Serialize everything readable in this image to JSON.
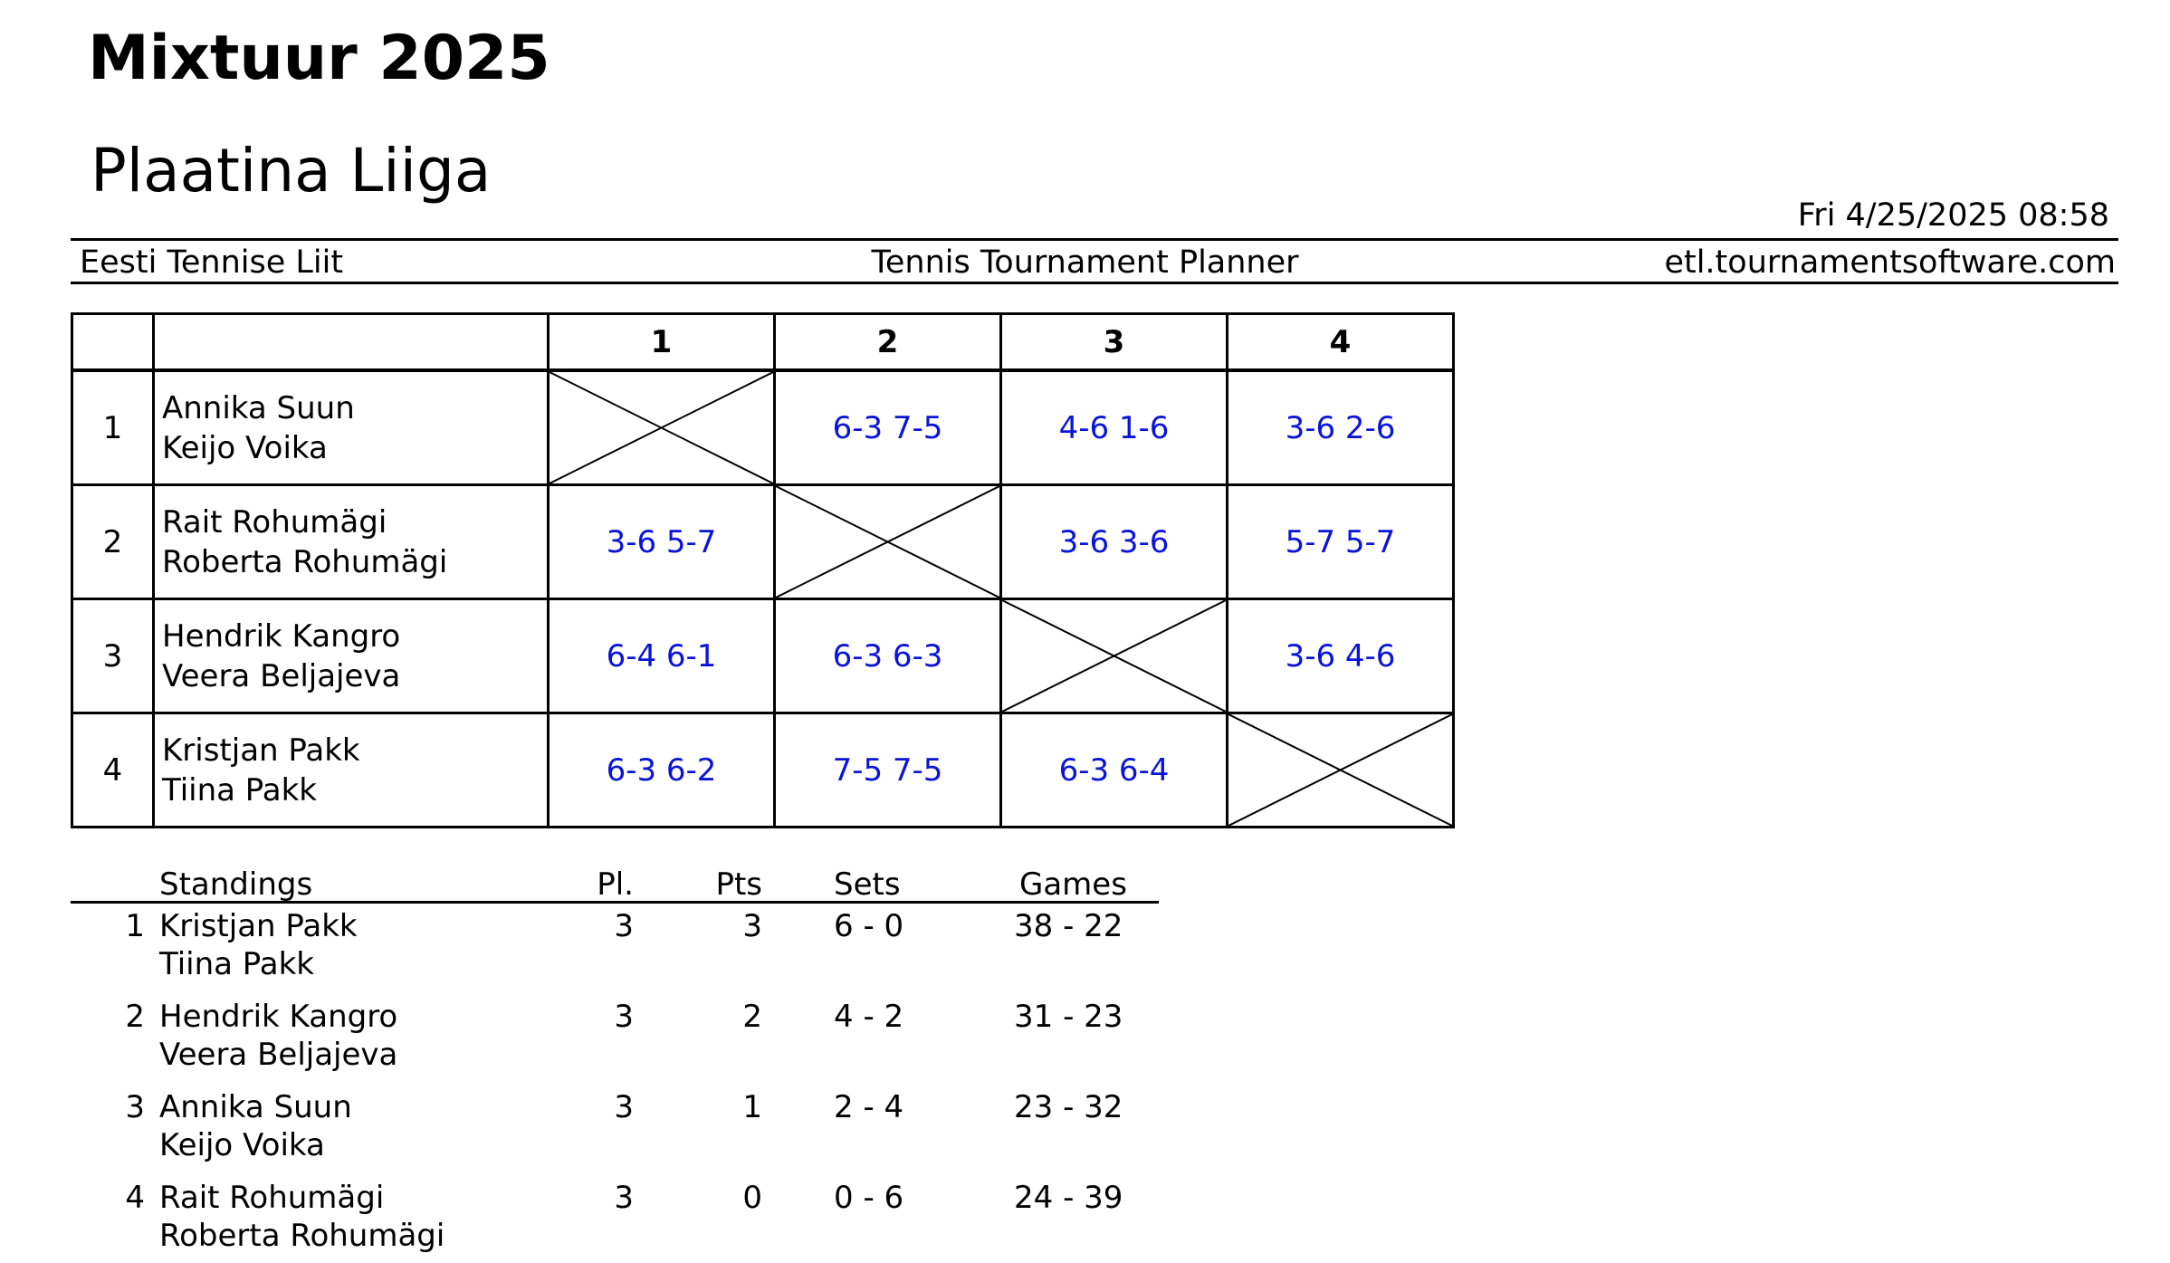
{
  "header": {
    "title": "Mixtuur 2025",
    "subtitle": "Plaatina Liiga",
    "datetime": "Fri 4/25/2025 08:58",
    "organization": "Eesti Tennise Liit",
    "software": "Tennis Tournament Planner",
    "website": "etl.tournamentsoftware.com"
  },
  "draw": {
    "columns": [
      "1",
      "2",
      "3",
      "4"
    ],
    "rows": [
      {
        "seed": "1",
        "player1": "Annika Suun",
        "player2": "Keijo Voika",
        "scores": [
          "",
          "6-3 7-5",
          "4-6 1-6",
          "3-6 2-6"
        ]
      },
      {
        "seed": "2",
        "player1": "Rait Rohumägi",
        "player2": "Roberta Rohumägi",
        "scores": [
          "3-6 5-7",
          "",
          "3-6 3-6",
          "5-7 5-7"
        ]
      },
      {
        "seed": "3",
        "player1": "Hendrik Kangro",
        "player2": "Veera Beljajeva",
        "scores": [
          "6-4 6-1",
          "6-3 6-3",
          "",
          "3-6 4-6"
        ]
      },
      {
        "seed": "4",
        "player1": "Kristjan Pakk",
        "player2": "Tiina Pakk",
        "scores": [
          "6-3 6-2",
          "7-5 7-5",
          "6-3 6-4",
          ""
        ]
      }
    ]
  },
  "standings": {
    "headers": {
      "standings": "Standings",
      "played": "Pl.",
      "points": "Pts",
      "sets": "Sets",
      "games": "Games"
    },
    "rows": [
      {
        "pos": "1",
        "player1": "Kristjan Pakk",
        "player2": "Tiina Pakk",
        "played": "3",
        "points": "3",
        "sets": "6 - 0",
        "games": "38 - 22"
      },
      {
        "pos": "2",
        "player1": "Hendrik Kangro",
        "player2": "Veera Beljajeva",
        "played": "3",
        "points": "2",
        "sets": "4 - 2",
        "games": "31 - 23"
      },
      {
        "pos": "3",
        "player1": "Annika Suun",
        "player2": "Keijo Voika",
        "played": "3",
        "points": "1",
        "sets": "2 - 4",
        "games": "23 - 32"
      },
      {
        "pos": "4",
        "player1": "Rait Rohumägi",
        "player2": "Roberta Rohumägi",
        "played": "3",
        "points": "0",
        "sets": "0 - 6",
        "games": "24 - 39"
      }
    ]
  }
}
